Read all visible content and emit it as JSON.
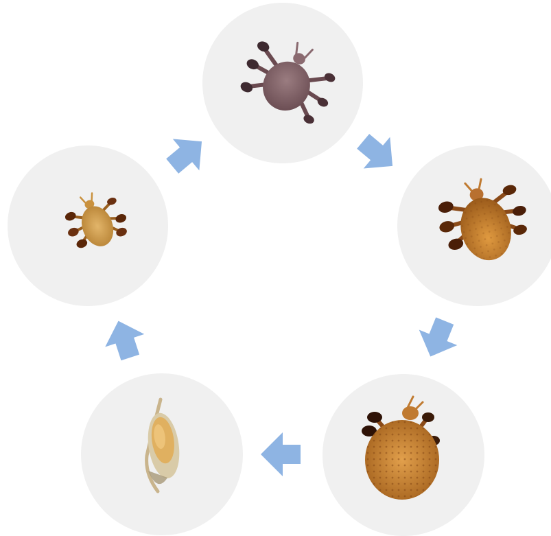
{
  "diagram": {
    "type": "cycle",
    "circle_fill": "#f0f0f0",
    "arrow_color": "#8eb4e3",
    "stages": [
      {
        "id": "adult-large",
        "icon": "large-adult-louse-icon",
        "color": "#7a5a5e"
      },
      {
        "id": "nymph-3",
        "icon": "brown-louse-icon",
        "color": "#b06a22"
      },
      {
        "id": "adult-engorged",
        "icon": "engorged-louse-icon",
        "color": "#b8691d"
      },
      {
        "id": "egg",
        "icon": "nit-egg-icon",
        "color": "#d9b56a"
      },
      {
        "id": "nymph-1",
        "icon": "small-louse-icon",
        "color": "#c9913e"
      }
    ]
  }
}
